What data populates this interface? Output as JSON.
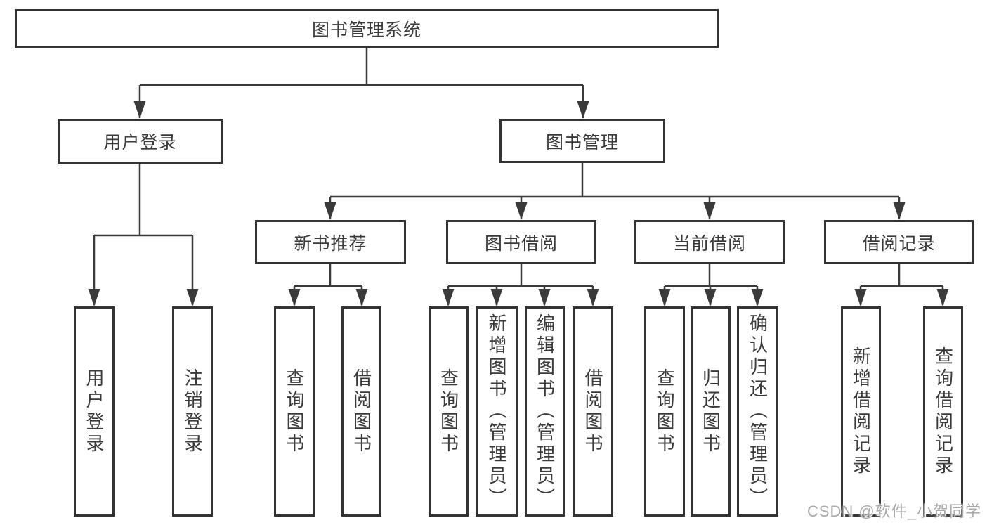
{
  "watermark": "CSDN @软件_小贺同学",
  "colors": {
    "line": "#3a3a3a",
    "box_border": "#333333",
    "text": "#3a3a3a",
    "background": "#ffffff",
    "watermark_gray": "#a9a9a9"
  },
  "diagram": {
    "root": {
      "label": "图书管理系统",
      "children": [
        {
          "label": "用户登录",
          "children": [
            {
              "label": "用户登录"
            },
            {
              "label": "注销登录"
            }
          ]
        },
        {
          "label": "图书管理",
          "children": [
            {
              "label": "新书推荐",
              "children": [
                {
                  "label": "查询图书"
                },
                {
                  "label": "借阅图书"
                }
              ]
            },
            {
              "label": "图书借阅",
              "children": [
                {
                  "label": "查询图书"
                },
                {
                  "label": "新增图书（管理员）"
                },
                {
                  "label": "编辑图书（管理员）"
                },
                {
                  "label": "借阅图书"
                }
              ]
            },
            {
              "label": "当前借阅",
              "children": [
                {
                  "label": "查询图书"
                },
                {
                  "label": "归还图书"
                },
                {
                  "label": "确认归还（管理员）"
                }
              ]
            },
            {
              "label": "借阅记录",
              "children": [
                {
                  "label": "新增借阅记录"
                },
                {
                  "label": "查询借阅记录"
                }
              ]
            }
          ]
        }
      ]
    }
  }
}
